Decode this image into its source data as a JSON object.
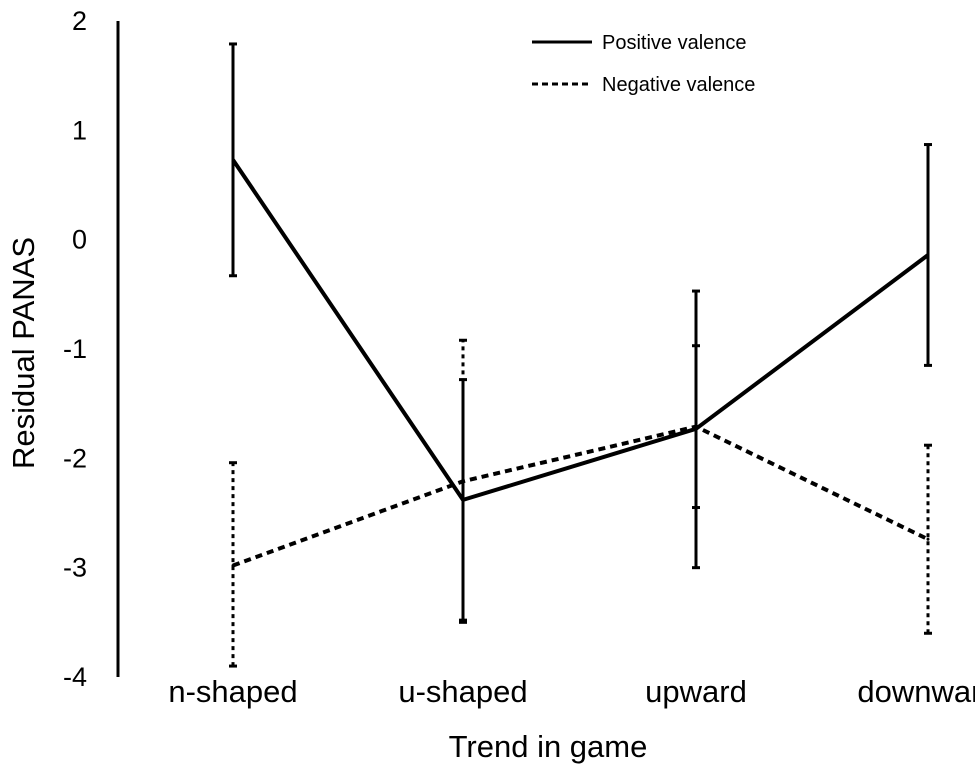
{
  "chart_data": {
    "type": "line",
    "title": "",
    "xlabel": "Trend in game",
    "ylabel": "Residual PANAS",
    "ylim": [
      -4,
      2
    ],
    "yticks": [
      2,
      1,
      0,
      -1,
      -2,
      -3,
      -4
    ],
    "ytick_labels": [
      "2",
      "1",
      "0",
      "-1",
      "-2",
      "-3",
      "-4"
    ],
    "categories": [
      "n-shaped",
      "u-shaped",
      "upward",
      "downward"
    ],
    "grid": false,
    "legend_position": "top-right",
    "series": [
      {
        "name": "Positive valence",
        "line_style": "solid",
        "color": "#000000",
        "values": [
          0.73,
          -2.38,
          -1.73,
          -0.14
        ],
        "error_low": [
          -0.33,
          -3.48,
          -3.0,
          -1.15
        ],
        "error_high": [
          1.79,
          -1.28,
          -0.47,
          0.87
        ]
      },
      {
        "name": "Negative valence",
        "line_style": "dashed",
        "color": "#000000",
        "values": [
          -2.98,
          -2.21,
          -1.71,
          -2.74
        ],
        "error_low": [
          -3.9,
          -3.5,
          -2.45,
          -3.6
        ],
        "error_high": [
          -2.04,
          -0.92,
          -0.97,
          -1.88
        ]
      }
    ]
  }
}
